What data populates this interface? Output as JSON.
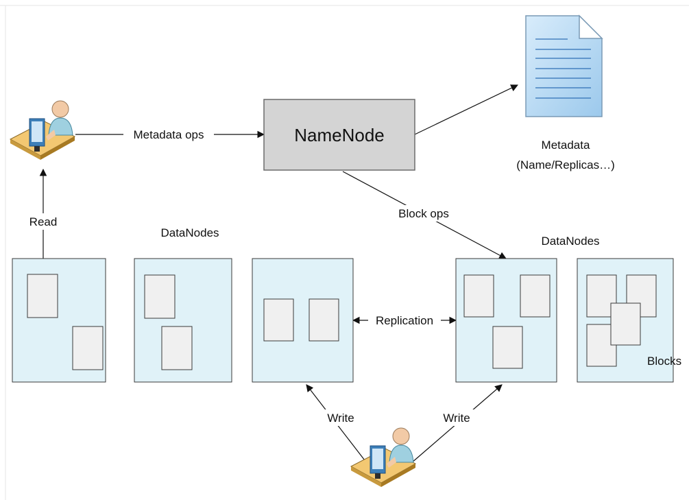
{
  "diagram": {
    "namenode": {
      "label": "NameNode"
    },
    "metadata": {
      "label_line1": "Metadata",
      "label_line2": "(Name/Replicas…)"
    },
    "edges": {
      "metadata_ops": "Metadata ops",
      "read": "Read",
      "block_ops": "Block ops",
      "replication": "Replication",
      "write_left": "Write",
      "write_right": "Write"
    },
    "group_labels": {
      "datanodes_left": "DataNodes",
      "datanodes_right": "DataNodes",
      "blocks": "Blocks"
    },
    "colors": {
      "datanode_fill": "#e0f2f8",
      "block_fill": "#f0f0f0",
      "namenode_fill": "#d4d4d4",
      "document_fill": "#b8dcf4",
      "document_lines": "#2f6fb5"
    }
  }
}
